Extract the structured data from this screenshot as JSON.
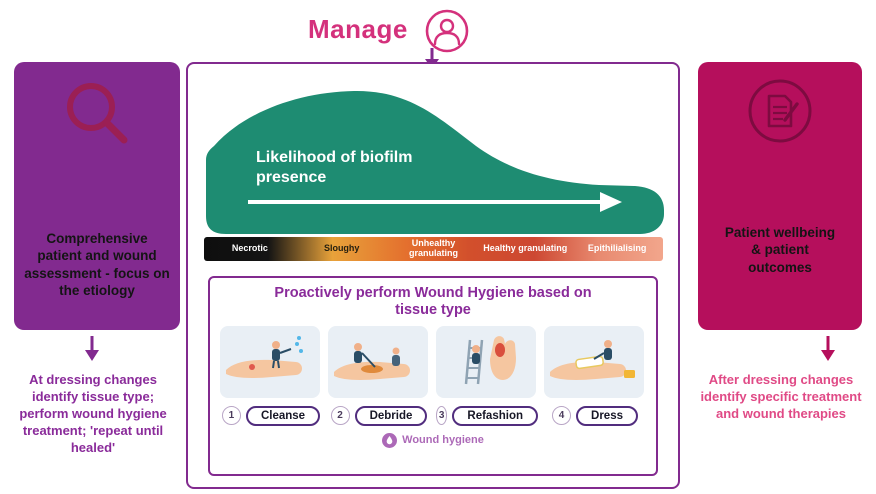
{
  "brand": {
    "purple": "#822A8F",
    "magenta": "#B50F5C",
    "pink": "#D4317C",
    "teal": "#1E8C72"
  },
  "header": {
    "title": "Manage",
    "icon": "person-circle-icon"
  },
  "left_panel": {
    "icon": "magnifier-icon",
    "text": "Comprehensive patient and wound assessment - focus on the etiology"
  },
  "right_panel": {
    "icon": "clipboard-pencil-icon",
    "text": "Patient wellbeing & patient outcomes"
  },
  "flow_notes": {
    "left": "At dressing changes identify tissue type; perform wound hygiene treatment; 'repeat until healed'",
    "right": "After dressing changes identify specific treatment and wound therapies"
  },
  "biofilm_chart": {
    "label": "Likelihood of biofilm presence",
    "arrow_icon": "right-arrow",
    "tissue_types": [
      {
        "label": "Necrotic",
        "color": "#141414",
        "text_color": "#FFFFFF"
      },
      {
        "label": "Sloughy",
        "color": "#E8A23A",
        "text_color": "#26200F"
      },
      {
        "label": "Unhealthy granulating",
        "color": "#E0622A",
        "text_color": "#FFFFFF"
      },
      {
        "label": "Healthy granulating",
        "color": "#C94530",
        "text_color": "#FFFFFF"
      },
      {
        "label": "Epithilialising",
        "color": "#EF9C82",
        "text_color": "#FFFFFF"
      }
    ]
  },
  "protocol": {
    "title": "Proactively perform Wound Hygiene based on tissue type",
    "steps": [
      {
        "number": "1",
        "label": "Cleanse",
        "illustration": "cleanse-illustration"
      },
      {
        "number": "2",
        "label": "Debride",
        "illustration": "debride-illustration"
      },
      {
        "number": "3",
        "label": "Refashion",
        "illustration": "refashion-illustration"
      },
      {
        "number": "4",
        "label": "Dress",
        "illustration": "dress-illustration"
      }
    ],
    "logo": {
      "icon": "droplet-icon",
      "text": "Wound hygiene"
    }
  }
}
